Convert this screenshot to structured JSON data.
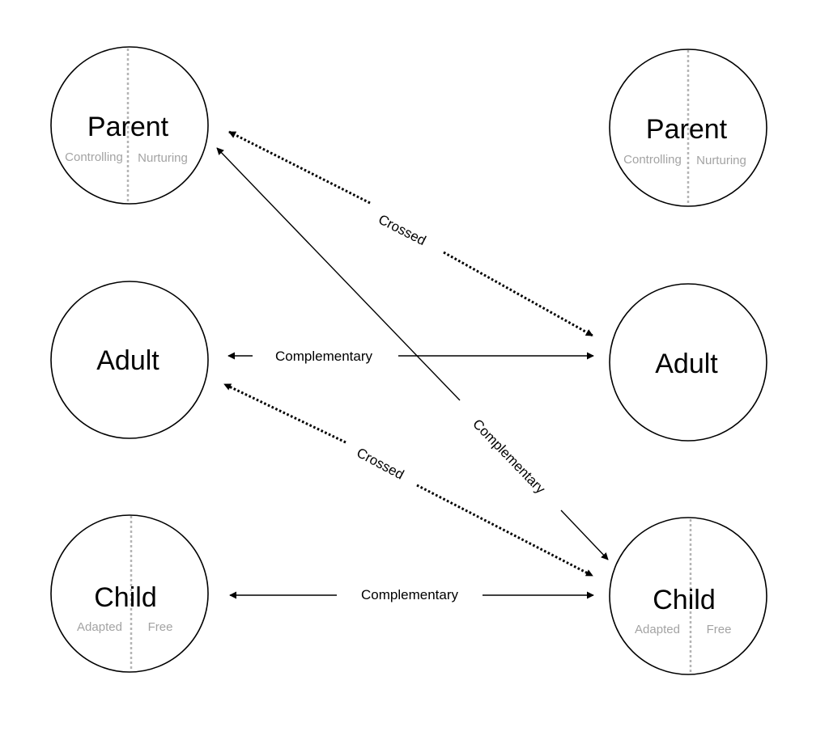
{
  "ego_states": {
    "left": {
      "parent": {
        "title": "Parent",
        "sub_left": "Controlling",
        "sub_right": "Nurturing"
      },
      "adult": {
        "title": "Adult"
      },
      "child": {
        "title": "Child",
        "sub_left": "Adapted",
        "sub_right": "Free"
      }
    },
    "right": {
      "parent": {
        "title": "Parent",
        "sub_left": "Controlling",
        "sub_right": "Nurturing"
      },
      "adult": {
        "title": "Adult"
      },
      "child": {
        "title": "Child",
        "sub_left": "Adapted",
        "sub_right": "Free"
      }
    }
  },
  "transactions": {
    "parent_to_adult": {
      "label": "Crossed",
      "style": "dotted"
    },
    "adult_to_adult": {
      "label": "Complementary",
      "style": "solid"
    },
    "parent_to_child": {
      "label": "Complementary",
      "style": "solid"
    },
    "adult_to_child": {
      "label": "Crossed",
      "style": "dotted"
    },
    "child_to_child": {
      "label": "Complementary",
      "style": "solid"
    }
  }
}
